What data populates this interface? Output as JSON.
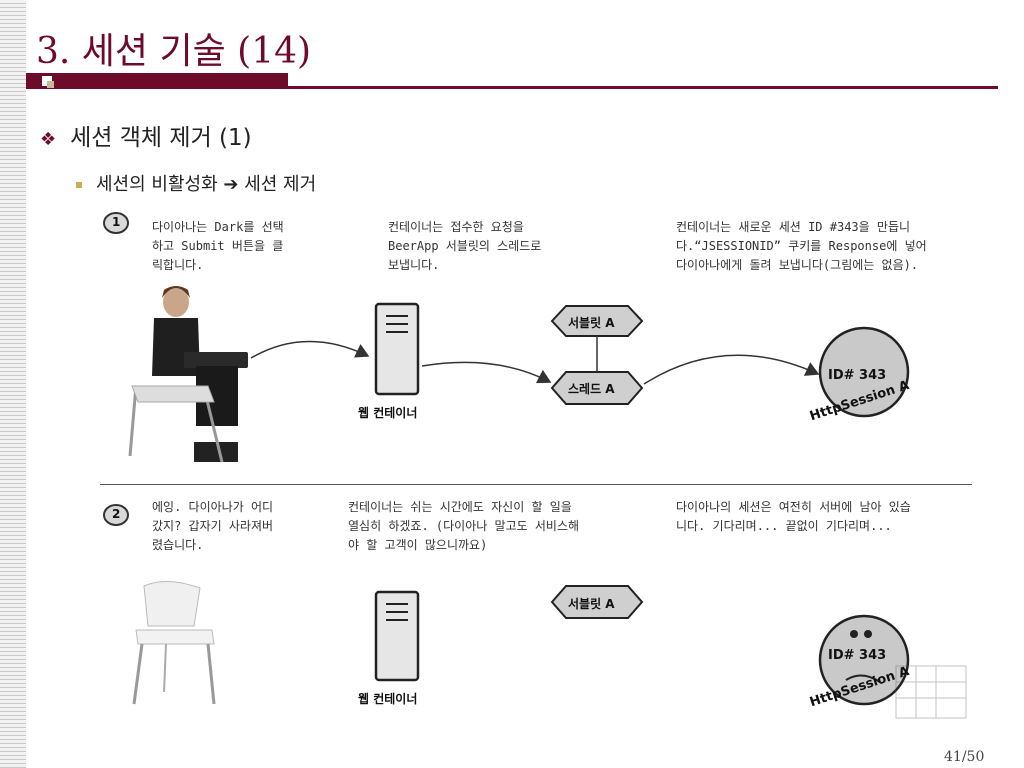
{
  "slide": {
    "title": "3. 세션 기술 (14)",
    "bullet1": "세션 객체 제거 (1)",
    "bullet2_text": "세션의 비활성화 ",
    "bullet2_arrow": "➔",
    "bullet2_rest": " 세션 제거",
    "page": "41/50"
  },
  "figure": {
    "step1": {
      "number": "1",
      "caption1": "다이아나는 Dark를 선택\n하고 Submit 버튼을 클\n릭합니다.",
      "caption2": "컨테이너는 접수한 요청을\nBeerApp 서블릿의 스레드로\n보냅니다.",
      "caption3": "컨테이너는 새로운 세션 ID #343을 만듭니\n다.“JSESSIONID” 쿠키를 Response에 넣어\n다이아나에게 돌려 보냅니다(그림에는 없음).",
      "container_label": "웹 컨테이너",
      "servlet_label": "서블릿 A",
      "thread_label": "스레드 A",
      "session_id": "ID# 343",
      "session_name": "HttpSession A"
    },
    "step2": {
      "number": "2",
      "caption1": "에잉. 다이아나가 어디\n갔지? 갑자기 사라져버\n렸습니다.",
      "caption2": "컨테이너는 쉬는 시간에도 자신이 할 일을\n열심히 하겠죠. (다이아나 말고도 서비스해\n야 할 고객이 많으니까요)",
      "caption3": "다이아나의 세션은 여전히 서버에 남아 있습\n니다. 기다리며... 끝없이 기다리며...",
      "container_label": "웹 컨테이너",
      "servlet_label": "서블릿 A",
      "session_id": "ID# 343",
      "session_name": "HttpSession A"
    }
  }
}
